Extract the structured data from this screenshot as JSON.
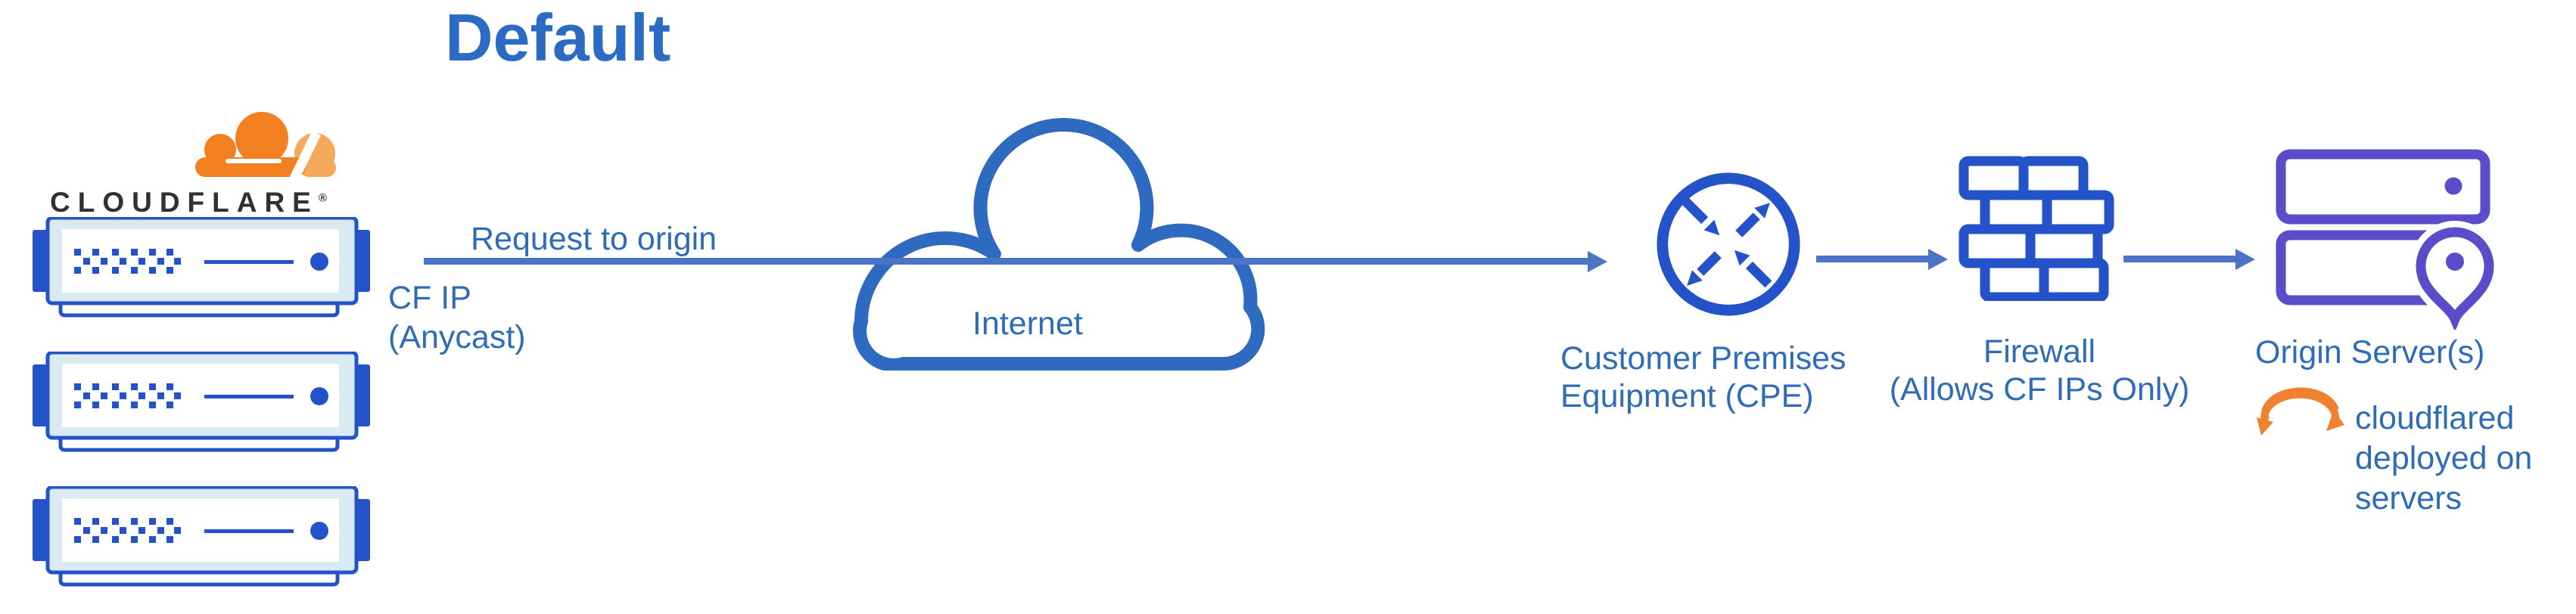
{
  "title": "Default",
  "colors": {
    "title_blue": "#2B6BC4",
    "label_blue": "#2E6CB8",
    "icon_blue": "#2452C8",
    "arrow_blue": "#4C74C6",
    "server_fill_light": "#D9EAF3",
    "cloud_stroke_blue": "#2F6AC1",
    "logo_orange": "#F38020",
    "logo_orange_light": "#F5A95B",
    "sync_orange": "#F0812F",
    "origin_purple": "#5B4DC9",
    "wordmark_black": "#303030"
  },
  "cloudflare": {
    "wordmark": "CLOUDFLARE",
    "registered_mark": "®",
    "logo_icon": "cloudflare-logo-cloud-icon",
    "server_icon": "server-rack-icon",
    "server_count": 3
  },
  "edge": {
    "label": "Request to origin",
    "sublabel_line1": "CF IP",
    "sublabel_line2": "(Anycast)"
  },
  "internet": {
    "icon": "cloud-icon",
    "label": "Internet"
  },
  "cpe": {
    "icon": "router-icon",
    "label_line1": "Customer Premises",
    "label_line2": "Equipment (CPE)"
  },
  "firewall": {
    "icon": "firewall-brick-icon",
    "label_line1": "Firewall",
    "label_line2": "(Allows CF IPs Only)"
  },
  "origin": {
    "icon": "origin-servers-icon",
    "label": "Origin Server(s)",
    "note_icon": "sync-arrows-icon",
    "note": "cloudflared deployed on servers"
  }
}
